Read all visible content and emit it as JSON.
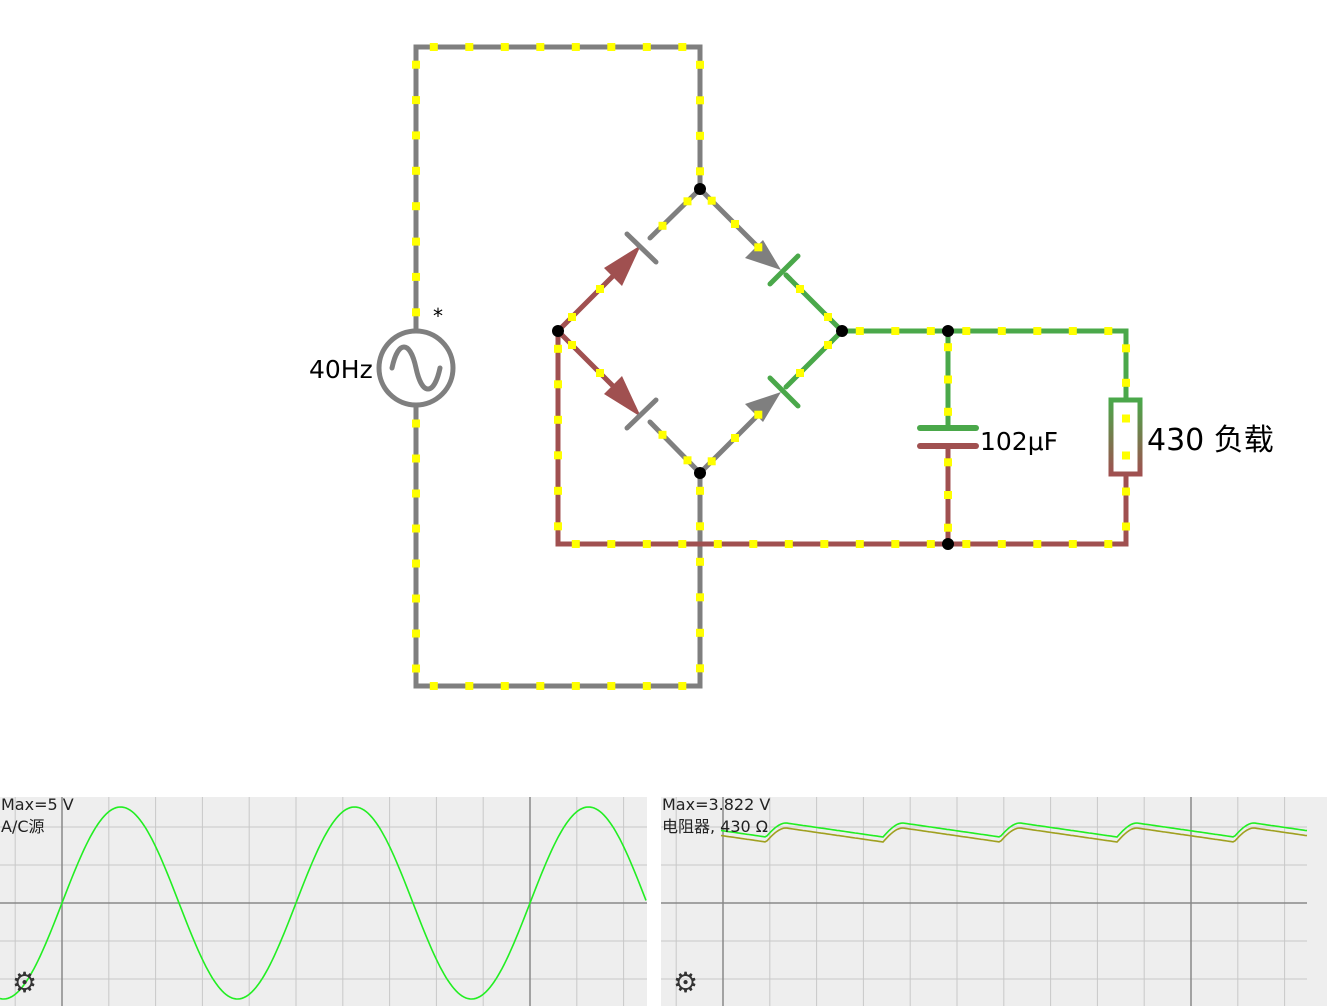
{
  "source": {
    "frequency_label": "40Hz",
    "marker": "*"
  },
  "capacitor": {
    "value_label": "102μF"
  },
  "resistor": {
    "value_label": "430 负载"
  },
  "colors": {
    "wire_neutral": "#7f7f7f",
    "wire_positive": "#4aa84a",
    "wire_negative": "#a05050",
    "current_dot": "#ffff00",
    "node": "#000000",
    "scope_bg": "#eeeeee",
    "scope_grid": "#c8c8c8",
    "scope_axis": "#888888",
    "trace_voltage": "#22ee22",
    "trace_secondary": "#a0a020"
  },
  "scopes": [
    {
      "max_label": "Max=5 V",
      "name_label": "A/C源"
    },
    {
      "max_label": "Max=3.822 V",
      "name_label": "电阻器, 430 Ω"
    }
  ],
  "icons": {
    "scope_settings": "gear-icon"
  }
}
